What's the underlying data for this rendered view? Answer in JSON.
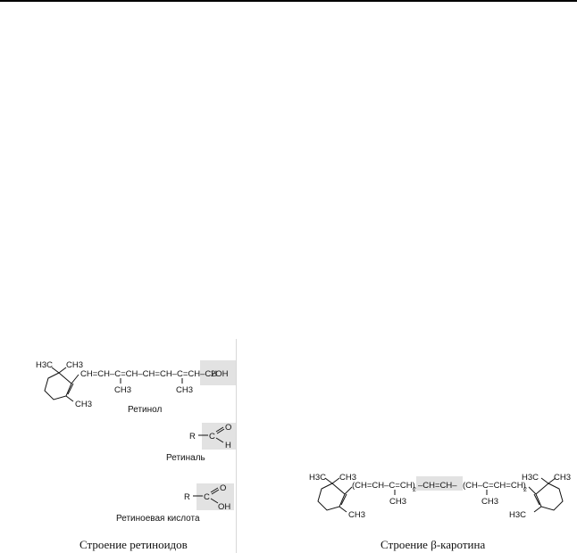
{
  "retinoids": {
    "retinol_chain": "CH=CH–C=CH–CH=CH–C=CH–CH",
    "retinol_oh": "2OH",
    "methyl_top_left": "H3C",
    "methyl_top_right": "CH3",
    "methyl_ring": "CH3",
    "methyl_chain_1": "CH3",
    "methyl_chain_2": "CH3",
    "retinol_label": "Ретинол",
    "retinal_r": "R",
    "retinal_c": "C",
    "retinal_o": "O",
    "retinal_h": "H",
    "retinal_label": "Ретиналь",
    "acid_r": "R",
    "acid_c": "C",
    "acid_o": "O",
    "acid_oh": "OH",
    "acid_label": "Ретиноевая кислота",
    "caption": "Строение ретиноидов"
  },
  "carotene": {
    "left_methyl_1": "H3C",
    "left_methyl_2": "CH3",
    "left_ring_methyl": "CH3",
    "chain_left": "(CH=CH–C=CH)",
    "chain_sub_left": "2",
    "chain_mid": "–CH=CH–",
    "chain_right": "(CH–C=CH=CH)",
    "chain_sub_right": "2",
    "chain_methyl_1": "CH3",
    "chain_methyl_2": "CH3",
    "right_methyl_1": "H3C",
    "right_methyl_2": "CH3",
    "right_ring_methyl": "H3C",
    "caption": "Строение β-каротина"
  }
}
